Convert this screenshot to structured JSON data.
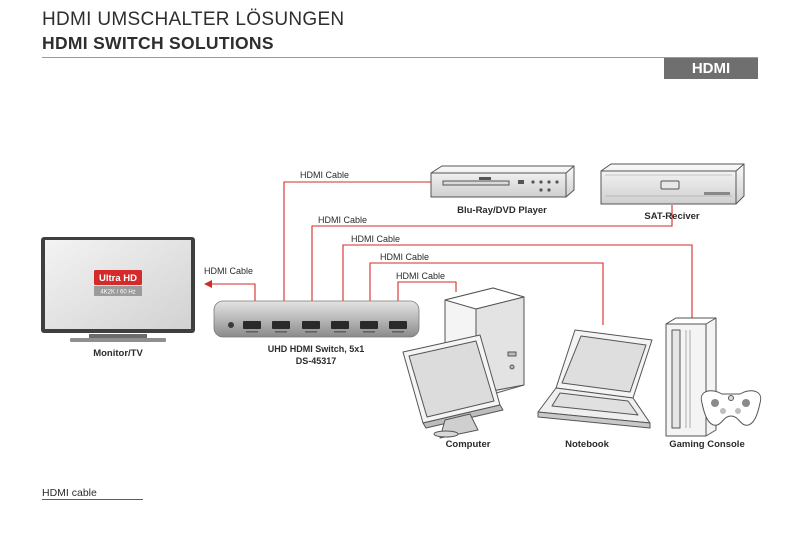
{
  "header": {
    "title_de": "HDMI UMSCHALTER LÖSUNGEN",
    "title_en": "HDMI SWITCH SOLUTIONS",
    "badge": "HDMI"
  },
  "devices": {
    "monitor": {
      "label": "Monitor/TV",
      "screen_badge": "Ultra HD",
      "screen_sub": "4K2K / 60 Hz"
    },
    "switch": {
      "label_line1": "UHD HDMI Switch, 5x1",
      "label_line2": "DS-45317"
    },
    "bluray": {
      "label": "Blu-Ray/DVD Player"
    },
    "sat": {
      "label": "SAT-Reciver"
    },
    "computer": {
      "label": "Computer"
    },
    "notebook": {
      "label": "Notebook"
    },
    "console": {
      "label": "Gaming Console"
    }
  },
  "cables": {
    "monitor": "HDMI Cable",
    "bluray": "HDMI Cable",
    "sat": "HDMI Cable",
    "console": "HDMI Cable",
    "notebook": "HDMI Cable",
    "computer": "HDMI Cable"
  },
  "legend": {
    "label": "HDMI cable",
    "color": "#d42a2a"
  }
}
